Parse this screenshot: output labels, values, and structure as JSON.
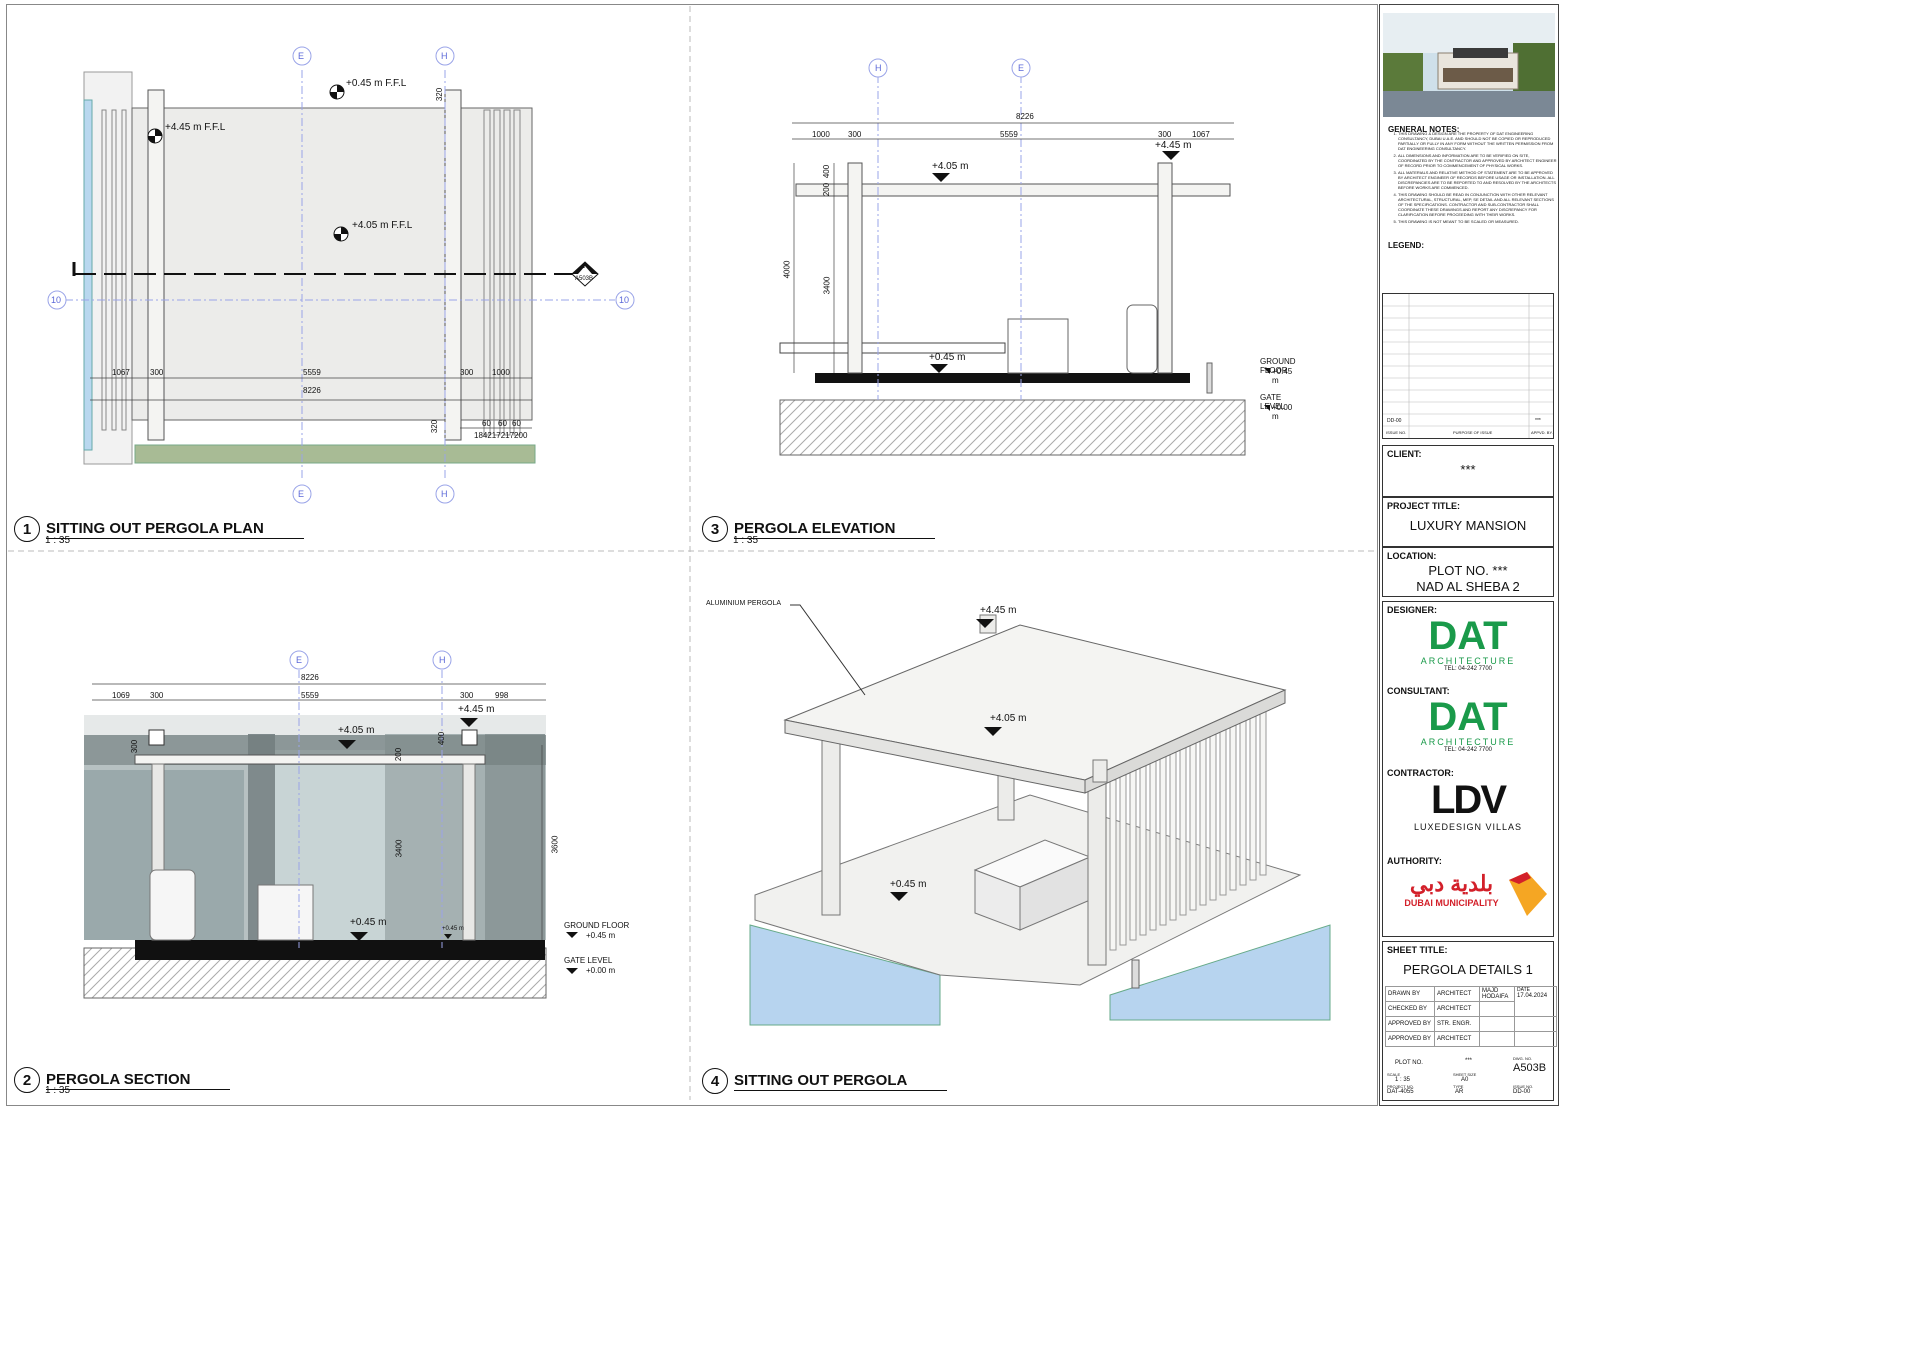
{
  "views": [
    {
      "number": "1",
      "title": "SITTING OUT PERGOLA PLAN",
      "scale": "1 : 35"
    },
    {
      "number": "3",
      "title": "PERGOLA ELEVATION",
      "scale": "1 : 35"
    },
    {
      "number": "2",
      "title": "PERGOLA SECTION",
      "scale": "1 : 35"
    },
    {
      "number": "4",
      "title": "SITTING OUT PERGOLA",
      "scale": ""
    }
  ],
  "plan": {
    "grid_top": [
      "E",
      "H"
    ],
    "grid_bottom": [
      "E",
      "H"
    ],
    "grid_side": [
      "10",
      "10"
    ],
    "levels": [
      "+0.45 m F.F.L",
      "+4.45 m F.F.L",
      "+4.05 m F.F.L"
    ],
    "dims": [
      "1067",
      "300",
      "5559",
      "300",
      "1000",
      "8226",
      "320",
      "320",
      "60",
      "60",
      "60",
      "184217217200"
    ],
    "section_tag": {
      "num": "2",
      "sheet": "A503B"
    }
  },
  "elevation": {
    "grid": [
      "H",
      "E"
    ],
    "dims": [
      "8226",
      "1000",
      "300",
      "5559",
      "300",
      "1067",
      "200",
      "400",
      "4000",
      "3400"
    ],
    "levels": [
      "+4.05 m",
      "+4.45 m",
      "+0.45 m"
    ],
    "ground_floor": "GROUND FLOOR",
    "ground_level": "+0.45 m",
    "gate_level": "GATE LEVEL",
    "gate_value": "+0.00 m"
  },
  "section": {
    "grid": [
      "E",
      "H"
    ],
    "dims": [
      "8226",
      "1069",
      "300",
      "5559",
      "300",
      "998",
      "300",
      "400",
      "200",
      "3400",
      "3600"
    ],
    "levels": [
      "+4.05 m",
      "+4.45 m",
      "+0.45 m",
      "+0.45 m"
    ],
    "ground_floor": "GROUND FLOOR",
    "ground_level": "+0.45 m",
    "gate_level": "GATE LEVEL",
    "gate_value": "+0.00 m"
  },
  "axon": {
    "callout": "ALUMINIUM PERGOLA",
    "levels": [
      "+4.45 m",
      "+4.05 m",
      "+0.45 m"
    ]
  },
  "titleblock": {
    "general_notes_title": "GENERAL NOTES:",
    "notes": [
      "THIS DRAWING & DESIGN ARE THE PROPERTY OF DAT ENGINEERING CONSULTANCY, DUBAI U.A.E. AND SHOULD NOT BE COPIED OR REPRODUCED PARTIALLY OR FULLY IN ANY FORM WITHOUT THE WRITTEN PERMISSION FROM DAT ENGINEERING CONSULTANCY.",
      "ALL DIMENSIONS AND INFORMATION ARE TO BE VERIFIED ON SITE, COORDINATED BY THE CONTRACTOR AND APPROVED BY ARCHITECT ENGINEER OF RECORD PRIOR TO COMMENCEMENT OF PHYSICAL WORKS.",
      "ALL MATERIALS AND RELATIVE METHOD OF STATEMENT ARE TO BE APPROVED BY ARCHITECT ENGINEER OF RECORDS BEFORE USAGE OR INSTALLATION. ALL DISCREPANCIES ARE TO BE REPORTED TO AND RESOLVED BY THE ARCHITECTS BEFORE WORKS ARE COMMENCED.",
      "THIS DRAWING SHOULD BE READ IN CONJUNCTION WITH OTHER RELEVANT ARCHITECTURAL, STRUCTURAL, MEP, SE DETAIL AND ALL RELEVANT SECTIONS OF THE SPECIFICATIONS. CONTRACTOR AND SUB-CONTRACTOR SHALL COORDINATE THESE DRAWINGS AND REPORT ANY DISCREPANCY FOR CLARIFICATION BEFORE PROCEEDING WITH THEIR WORKS.",
      "THIS DRAWING IS NOT MEANT TO BE SCALED OR MEASURED."
    ],
    "legend": "LEGEND:",
    "issue_row": {
      "no": "DD-00",
      "purpose": "",
      "by": "***"
    },
    "issue_headers": [
      "ISSUE NO.",
      "PURPOSE OF ISSUE",
      "APPVD. BY."
    ],
    "client_label": "CLIENT:",
    "client": "***",
    "project_label": "PROJECT TITLE:",
    "project": "LUXURY MANSION",
    "location_label": "LOCATION:",
    "location_1": "PLOT NO. ***",
    "location_2": "NAD AL SHEBA 2",
    "designer_label": "DESIGNER:",
    "consultant_label": "CONSULTANT:",
    "dat_logo": "DAT",
    "dat_sub": "ARCHITECTURE",
    "dat_tel": "TEL: 04-242 7700",
    "contractor_label": "CONTRACTOR:",
    "ldv_logo": "LDV",
    "ldv_sub": "LUXEDESIGN VILLAS",
    "authority_label": "AUTHORITY:",
    "dm_arabic": "بلدية دبي",
    "dm_english": "DUBAI MUNICIPALITY",
    "sheet_title_label": "SHEET TITLE:",
    "sheet_title": "PERGOLA DETAILS 1",
    "sign_rows": [
      {
        "role": "DRAWN BY",
        "who": "ARCHITECT",
        "name": "MAJD HODAIFA"
      },
      {
        "role": "CHECKED BY",
        "who": "ARCHITECT",
        "name": ""
      },
      {
        "role": "APPROVED BY",
        "who": "STR. ENGR.",
        "name": ""
      },
      {
        "role": "APPROVED BY",
        "who": "ARCHITECT",
        "name": ""
      }
    ],
    "date_label": "DATE",
    "date": "17.04.2024",
    "plot_label": "PLOT NO.",
    "plot": "***",
    "dwg_label": "DWG. NO.",
    "dwg": "A503B",
    "scale_label": "SCALE",
    "scale": "1 : 35",
    "sheet_size_label": "SHEET SIZE",
    "sheet_size": "A0",
    "project_no_label": "PROJECT NO.",
    "project_no": "DAT-4055",
    "type_label": "TYPE",
    "type": "AR",
    "issue_no_label": "ISSUE NO.",
    "issue_no": "DD-00"
  }
}
